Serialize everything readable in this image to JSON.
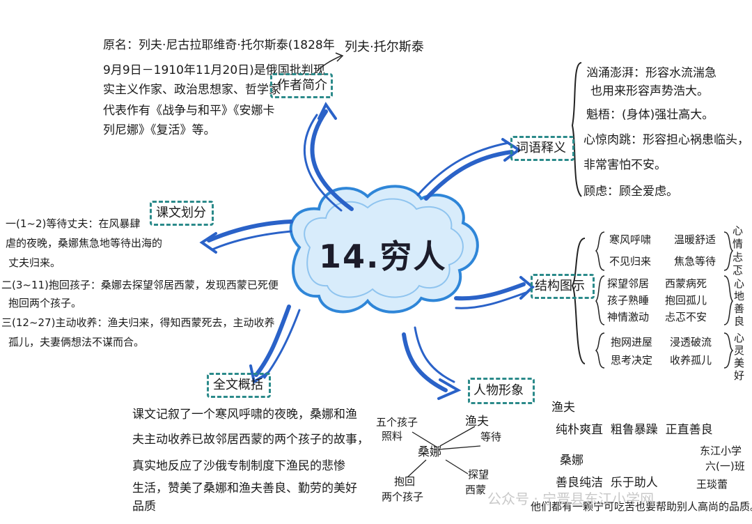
{
  "center": {
    "title": "14.穷人"
  },
  "author": {
    "label": "作者简介",
    "name": "列夫·托尔斯泰",
    "lines": [
      "原名：列夫·尼古拉耶维奇·托尔斯泰(1828年",
      "9月9日－1910年11月20日)是俄国批判现",
      "实主义作家、政治思想家、哲学家",
      "代表作有《战争与和平》《安娜卡",
      "列尼娜》《复活》等。"
    ]
  },
  "words": {
    "label": "词语释义",
    "lines": [
      "汹涌澎湃：形容水流湍急",
      "也用来形容声势浩大。",
      "魁梧：(身体)强壮高大。",
      "心惊肉跳：形容担心祸患临头，",
      "非常害怕不安。",
      "顾虑：顾全爱虑。"
    ]
  },
  "sections": {
    "label": "课文划分",
    "lines": [
      "一(1~2)等待丈夫：在风暴肆",
      "虐的夜晚，桑娜焦急地等待出海的",
      "丈夫归来。",
      "二(3~11)抱回孩子：桑娜去探望邻居西蒙，发现西蒙已死便",
      "抱回两个孩子。",
      "三(12~27)主动收养：渔夫归来，得知西蒙死去，主动收养",
      "孤儿，夫妻俩想法不谋而合。"
    ]
  },
  "structure": {
    "label": "结构图示",
    "groups": [
      {
        "left": [
          "寒风呼啸",
          "不见归来"
        ],
        "right": [
          "温暖舒适",
          "焦急等待"
        ],
        "side": "心情忐忑"
      },
      {
        "left": [
          "探望邻居",
          "孩子熟睡",
          "神情激动"
        ],
        "right": [
          "西蒙病死",
          "抱回孤儿",
          "忐忑不安"
        ],
        "side": "心地善良"
      },
      {
        "left": [
          "抱网进屋",
          "思考决定"
        ],
        "right": [
          "浸透破流",
          "收养孤儿"
        ],
        "side": "心灵美好"
      }
    ]
  },
  "summary": {
    "label": "全文概括",
    "lines": [
      "课文记叙了一个寒风呼啸的夜晚，桑娜和渔",
      "夫主动收养已故邻居西蒙的两个孩子的故事，",
      "真实地反应了沙俄专制制度下渔民的悲惨",
      "生活，赞美了桑娜和渔夫善良、勤劳的美好",
      "品质"
    ]
  },
  "characters": {
    "label": "人物形象",
    "diagram": {
      "sangna": "桑娜",
      "yufu": "渔夫",
      "notes": [
        "五个孩子",
        "照料",
        "等待",
        "抱回",
        "两个孩子",
        "探望",
        "西蒙"
      ]
    },
    "fisherman_title": "渔夫",
    "fisherman_traits": "纯朴爽直  粗鲁暴躁  正直善良",
    "sangna_title": "桑娜",
    "sangna_traits": "善良纯洁  乐于助人",
    "conclusion": "他们都有一颗宁可吃苦也要帮助别人高尚的品质。"
  },
  "credit": {
    "school": "东江小学",
    "class": "六(一)班",
    "name": "王琰蕾"
  },
  "watermark": "公众号 · 宁晋县东江小学网"
}
